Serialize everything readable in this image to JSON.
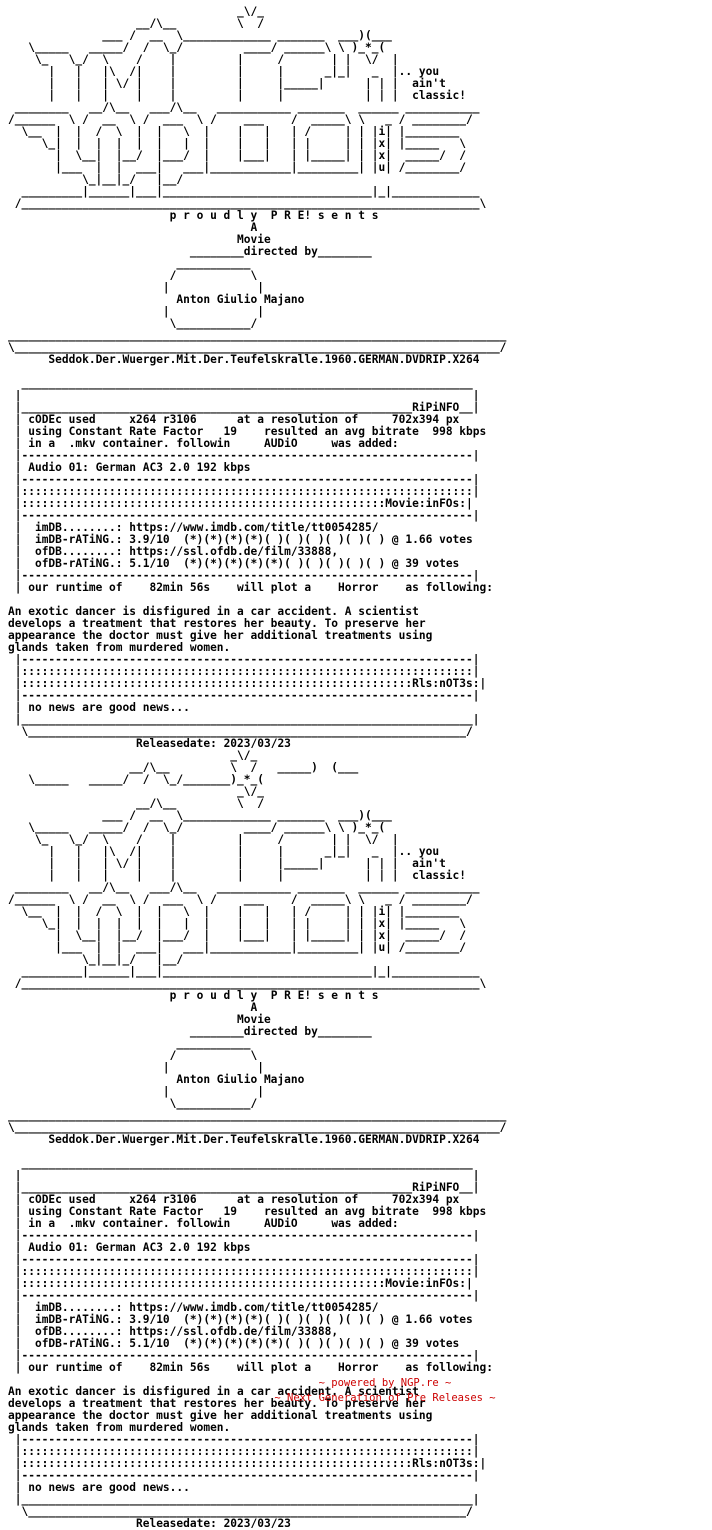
{
  "art": {
    "logo_top": "                                  _\\/_\n                   __/\\__         \\  /\n              ___ /  __  \\_____________ _______  ___)(___\n   \\_____   _____/  /  \\_/         ____/ ______\\ \\ )_*_(\n    \\_   \\_/  \\    /    |         |     /       | |  \\/  |\n      |   |   |\\  /|    |         |     |      _|_|   _  |.. you\n      |   |   | \\/ |    |         |     |_____|      | | |  ain't\n      |   |   |    |    |         |     |            | | |  classic!",
    "logo_mid": " ________   __/\\__   ___/\\__   ___________ _______  ______ ___________\n/______  \\ /  __  \\ /  ___  \\ /    ___    /  _____\\ \\   _ / ________/\n  \\__  |  |  /  \\  |  |   \\  |    |   |   | /     | | |i| |________\n     \\_|  |  |  |  |  |   |  |    |   |   | |     | | |x| |_____   \\\n       |  \\__|  |__/  |___/  |    |___|   | |_____| | |x|  _____/  /\n       |___  |  |  ___|   ___|____________|_________| |u| /________/\n           \\_|__|_/   |__/\n  _________|______|___|_______________________________|_|_____________\n /____________________________________________________________________\\",
    "logo_bottom": "                                 _\\/_\n                  __/\\__         \\  /   _____)  (___\n   \\_____   _____/  /  \\_/_______)_*_(",
    "credit_top": "                         ___________\n                        /           \\\n                       |             |",
    "credit_bottom": "                       |             |\n                        \\___________/\n__________________________________________________________________________\n\\________________________________________________________________________/",
    "box_top": "  ___________________________________________________________________\n |                                                                   |",
    "rule": " |-------------------------------------------------------------------|",
    "dots": " |:::::::::::::::::::::::::::::::::::::::::::::::::::::::::::::::::::|",
    "box_bottom": " |___________________________________________________________________|\n  \\_________________________________________________________________/"
  },
  "presents": "p r o u d l y  P R E! s e n t s",
  "a": "A",
  "movie": "Movie",
  "directed_by": "directed by",
  "director": "Anton Giulio Majano",
  "release_name": "Seddok.Der.Wuerger.Mit.Der.Teufelskralle.1960.GERMAN.DVDRIP.X264",
  "ripinfo": {
    "title": "RiPiNFO",
    "codec_line": "cODEc used     x264 r3106      at a resolution of     702x394 px",
    "crf_line": "using Constant Rate Factor   19    resulted an avg bitrate  998 kbps",
    "container_line": "in a  .mkv container. followin     AUDiO     was added:",
    "audio": "Audio 01: German AC3 2.0 192 kbps"
  },
  "movieinfo": {
    "title": "Movie:inFOs",
    "imdb": "imDB........: https://www.imdb.com/title/tt0054285/",
    "imdb_rating": "imDB-rATiNG.: 3.9/10  (*)(*)(*)(*)( )( )( )( )( )( ) @ 1.66 votes",
    "ofdb": "ofDB........: https://ssl.ofdb.de/film/33888,",
    "ofdb_rating": "ofDB-rATiNG.: 5.1/10  (*)(*)(*)(*)(*)( )( )( )( )( ) @ 39 votes",
    "runtime_line": "our runtime of    82min 56s    will plot a    Horror    as following:",
    "plot": "An exotic dancer is disfigured in a car accident. A scientist\ndevelops a treatment that restores her beauty. To preserve her\nappearance the doctor must give her additional treatments using\nglands taken from murdered women."
  },
  "notes": {
    "title": "Rls:nOT3s",
    "text": "no news are good news..."
  },
  "release_date_label": "Releasedate:",
  "release_date": "2023/03/23",
  "footer": {
    "powered": "~ powered by NGP.re ~",
    "tagline": "~ Next Generation of Pre Releases ~"
  },
  "colors": {
    "text": "#000000",
    "footer": "#cc0000"
  }
}
